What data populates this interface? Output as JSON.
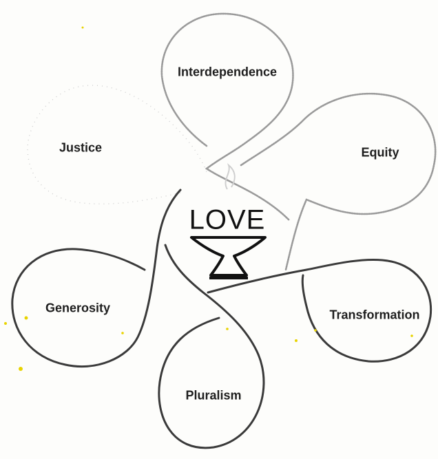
{
  "center": {
    "word": "LOVE",
    "symbol": "chalice-icon"
  },
  "values": [
    {
      "key": "interdependence",
      "label": "Interdependence"
    },
    {
      "key": "equity",
      "label": "Equity"
    },
    {
      "key": "transformation",
      "label": "Transformation"
    },
    {
      "key": "pluralism",
      "label": "Pluralism"
    },
    {
      "key": "generosity",
      "label": "Generosity"
    },
    {
      "key": "justice",
      "label": "Justice"
    }
  ],
  "colors": {
    "ink": "#1e1e1e",
    "dark_loop": "#3a3a3a",
    "faint_loop": "#9a9a9a",
    "specks": "#e8d300"
  }
}
